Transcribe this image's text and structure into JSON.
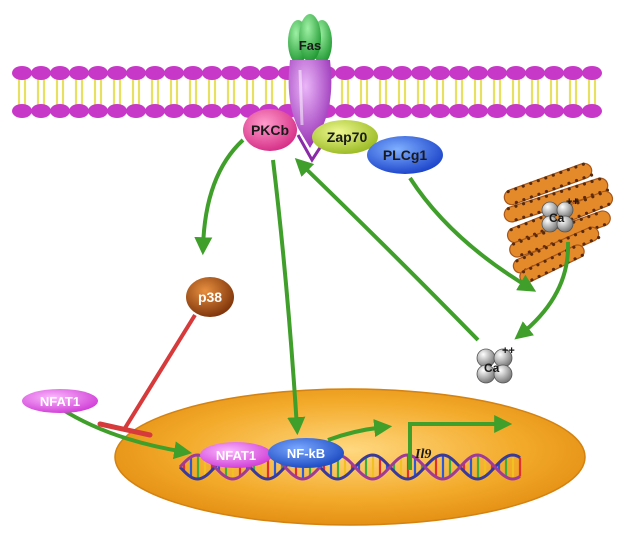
{
  "labels": {
    "fas": "Fas",
    "pkcb": "PKCb",
    "zap70": "Zap70",
    "plcg1": "PLCg1",
    "p38": "p38",
    "nfat1_cyto": "NFAT1",
    "nfat1_nuc": "NFAT1",
    "nfkb": "NF-kB",
    "il9": "Il9",
    "ca_er": "Ca",
    "ca_er_charge": "++",
    "ca_cyto": "Ca",
    "ca_cyto_charge": "++"
  },
  "colors": {
    "activation": "#3f9f2a",
    "inhibition": "#d63a3a",
    "lipid_head": "#c838c8",
    "lipid_tail": "#e8e060",
    "nucleus": "#f0a020",
    "fas": "#3cb44a",
    "receptor": "#b84fd0",
    "pkcb": "#e0409a",
    "zap70": "#b8d030",
    "plcg1": "#2a60e0",
    "p38": "#b85a18",
    "nfat1": "#e25ce6",
    "nfkb": "#2a66d8",
    "er": "#e58a2a",
    "calcium": "#8c8c8c"
  }
}
